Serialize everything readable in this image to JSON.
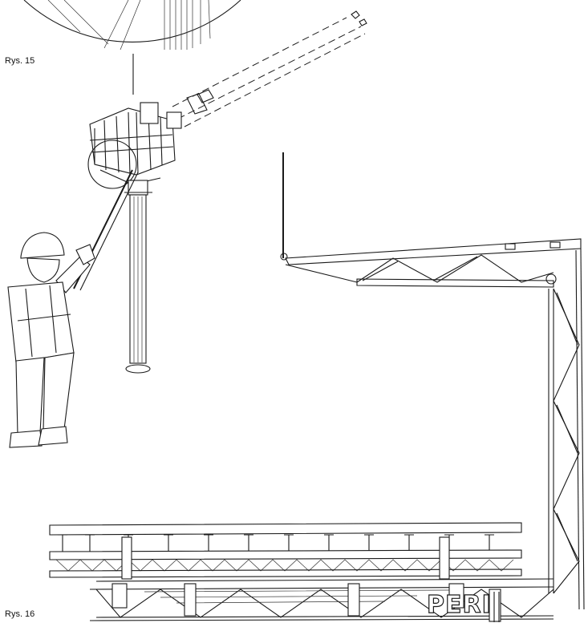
{
  "figures": {
    "top_caption": "Rys. 15",
    "bottom_caption": "Rys. 16"
  },
  "brand_text": "PERI"
}
